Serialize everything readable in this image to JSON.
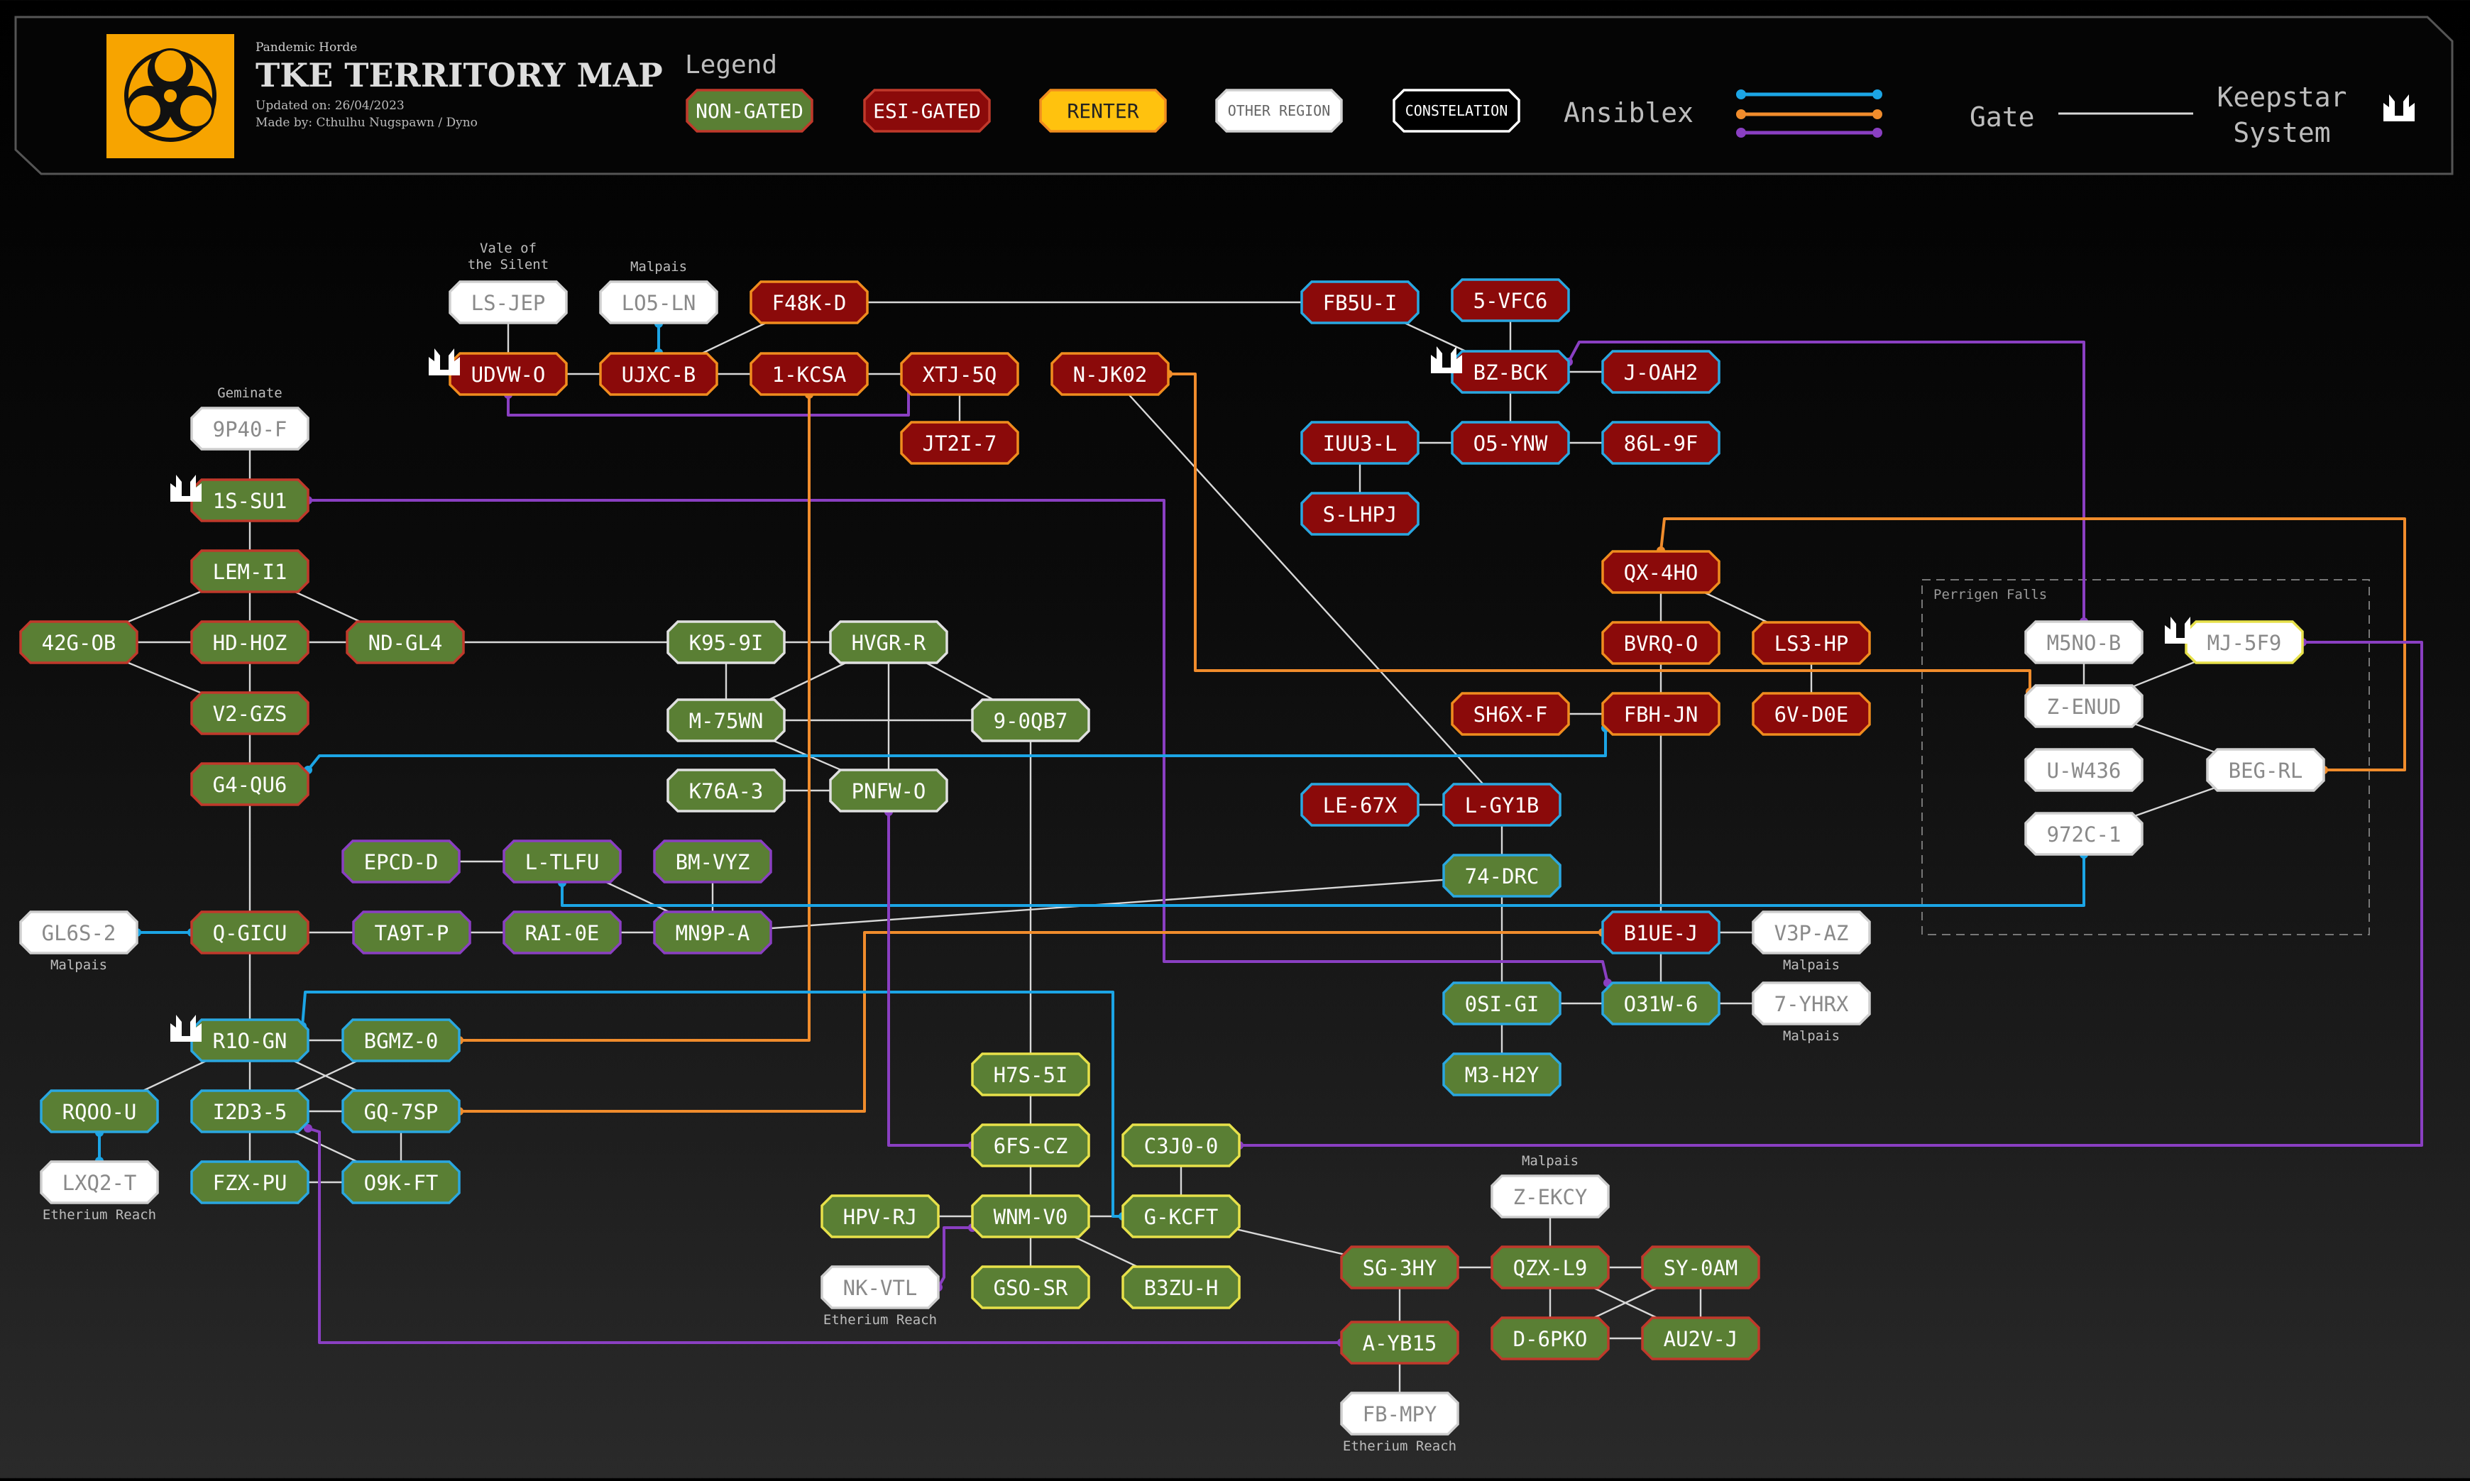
{
  "header": {
    "org": "Pandemic Horde",
    "title": "TKE TERRITORY MAP",
    "updated": "Updated on: 26/04/2023",
    "made_by": "Made by: Cthulhu Nugspawn / Dyno",
    "legend_title": "Legend",
    "legend_items": [
      {
        "label": "NON-GATED",
        "type": "nongated"
      },
      {
        "label": "ESI-GATED",
        "type": "esi"
      },
      {
        "label": "RENTER",
        "type": "renter"
      },
      {
        "label": "OTHER REGION",
        "type": "other"
      },
      {
        "label": "CONSTELATION",
        "type": "constel"
      }
    ],
    "ansiblex_label": "Ansiblex",
    "gate_label": "Gate",
    "keepstar_line1": "Keepstar",
    "keepstar_line2": "System"
  },
  "colors": {
    "nongated_fill": "#5a7f34",
    "nongated_border_red": "#c0392b",
    "nongated_border_yellow": "#e7e14a",
    "nongated_border_blue": "#2aa7e0",
    "esi_fill": "#8b0a0a",
    "esi_border_blue": "#2aa7e0",
    "esi_border_orange": "#f08c1e",
    "renter_fill": "#ffc20e",
    "other_fill": "#ffffff",
    "ansiblex_blue": "#1ca5e5",
    "ansiblex_orange": "#f08c2c",
    "ansiblex_purple": "#8a3fc2",
    "gate_line": "#d8d8d8"
  },
  "region_box": {
    "label": "Perrigen Falls"
  },
  "region_labels": [
    {
      "node": "LS-JEP",
      "text": "Vale of the Silent"
    },
    {
      "node": "LO5-LN",
      "text": "Malpais"
    },
    {
      "node": "9P40-F",
      "text": "Geminate"
    },
    {
      "node": "GL6S-2",
      "text": "Malpais"
    },
    {
      "node": "LXQ2-T",
      "text": "Etherium Reach"
    },
    {
      "node": "NK-VTL",
      "text": "Etherium Reach"
    },
    {
      "node": "FB-MPY",
      "text": "Etherium Reach"
    },
    {
      "node": "Z-EKCY",
      "text": "Malpais"
    },
    {
      "node": "V3P-AZ",
      "text": "Malpais"
    },
    {
      "node": "7-YHRX",
      "text": "Malpais"
    }
  ],
  "nodes": [
    {
      "id": "LS-JEP",
      "type": "other"
    },
    {
      "id": "LO5-LN",
      "type": "other"
    },
    {
      "id": "F48K-D",
      "type": "esi",
      "border": "orange"
    },
    {
      "id": "UDVW-O",
      "type": "esi",
      "border": "orange",
      "keepstar": true
    },
    {
      "id": "UJXC-B",
      "type": "esi",
      "border": "orange"
    },
    {
      "id": "1-KCSA",
      "type": "esi",
      "border": "orange"
    },
    {
      "id": "XTJ-5Q",
      "type": "esi",
      "border": "orange"
    },
    {
      "id": "JT2I-7",
      "type": "esi",
      "border": "orange"
    },
    {
      "id": "N-JK02",
      "type": "esi",
      "border": "orange"
    },
    {
      "id": "FB5U-I",
      "type": "esi",
      "border": "blue"
    },
    {
      "id": "5-VFC6",
      "type": "esi",
      "border": "blue"
    },
    {
      "id": "BZ-BCK",
      "type": "esi",
      "border": "blue",
      "keepstar": true
    },
    {
      "id": "J-OAH2",
      "type": "esi",
      "border": "blue"
    },
    {
      "id": "IUU3-L",
      "type": "esi",
      "border": "blue"
    },
    {
      "id": "O5-YNW",
      "type": "esi",
      "border": "blue"
    },
    {
      "id": "86L-9F",
      "type": "esi",
      "border": "blue"
    },
    {
      "id": "S-LHPJ",
      "type": "esi",
      "border": "blue"
    },
    {
      "id": "9P40-F",
      "type": "other"
    },
    {
      "id": "1S-SU1",
      "type": "ng",
      "border": "red",
      "keepstar": true
    },
    {
      "id": "LEM-I1",
      "type": "ng",
      "border": "red"
    },
    {
      "id": "42G-OB",
      "type": "ng",
      "border": "red"
    },
    {
      "id": "HD-HOZ",
      "type": "ng",
      "border": "red"
    },
    {
      "id": "ND-GL4",
      "type": "ng",
      "border": "red"
    },
    {
      "id": "V2-GZS",
      "type": "ng",
      "border": "red"
    },
    {
      "id": "G4-QU6",
      "type": "ng",
      "border": "red"
    },
    {
      "id": "K95-9I",
      "type": "ng",
      "border": "white"
    },
    {
      "id": "HVGR-R",
      "type": "ng",
      "border": "white"
    },
    {
      "id": "M-75WN",
      "type": "ng",
      "border": "white"
    },
    {
      "id": "9-0QB7",
      "type": "ng",
      "border": "white"
    },
    {
      "id": "K76A-3",
      "type": "ng",
      "border": "white"
    },
    {
      "id": "PNFW-O",
      "type": "ng",
      "border": "white"
    },
    {
      "id": "EPCD-D",
      "type": "ng",
      "border": "purple"
    },
    {
      "id": "L-TLFU",
      "type": "ng",
      "border": "purple"
    },
    {
      "id": "BM-VYZ",
      "type": "ng",
      "border": "purple"
    },
    {
      "id": "GL6S-2",
      "type": "other"
    },
    {
      "id": "Q-GICU",
      "type": "ng",
      "border": "red"
    },
    {
      "id": "TA9T-P",
      "type": "ng",
      "border": "purple"
    },
    {
      "id": "RAI-0E",
      "type": "ng",
      "border": "purple"
    },
    {
      "id": "MN9P-A",
      "type": "ng",
      "border": "purple"
    },
    {
      "id": "R1O-GN",
      "type": "ng",
      "border": "blue",
      "keepstar": true
    },
    {
      "id": "BGMZ-0",
      "type": "ng",
      "border": "blue"
    },
    {
      "id": "RQOO-U",
      "type": "ng",
      "border": "blue"
    },
    {
      "id": "I2D3-5",
      "type": "ng",
      "border": "blue"
    },
    {
      "id": "GQ-7SP",
      "type": "ng",
      "border": "blue"
    },
    {
      "id": "LXQ2-T",
      "type": "other"
    },
    {
      "id": "FZX-PU",
      "type": "ng",
      "border": "blue"
    },
    {
      "id": "O9K-FT",
      "type": "ng",
      "border": "blue"
    },
    {
      "id": "QX-4HO",
      "type": "esi",
      "border": "orange"
    },
    {
      "id": "BVRQ-O",
      "type": "esi",
      "border": "orange"
    },
    {
      "id": "LS3-HP",
      "type": "esi",
      "border": "orange"
    },
    {
      "id": "SH6X-F",
      "type": "esi",
      "border": "orange"
    },
    {
      "id": "FBH-JN",
      "type": "esi",
      "border": "orange"
    },
    {
      "id": "6V-D0E",
      "type": "esi",
      "border": "orange"
    },
    {
      "id": "LE-67X",
      "type": "esi",
      "border": "blue"
    },
    {
      "id": "L-GY1B",
      "type": "esi",
      "border": "blue"
    },
    {
      "id": "74-DRC",
      "type": "ng",
      "border": "blue"
    },
    {
      "id": "B1UE-J",
      "type": "esi",
      "border": "blue"
    },
    {
      "id": "V3P-AZ",
      "type": "other"
    },
    {
      "id": "0SI-GI",
      "type": "ng",
      "border": "blue"
    },
    {
      "id": "O31W-6",
      "type": "ng",
      "border": "blue"
    },
    {
      "id": "7-YHRX",
      "type": "other"
    },
    {
      "id": "M3-H2Y",
      "type": "ng",
      "border": "blue"
    },
    {
      "id": "H7S-5I",
      "type": "ng",
      "border": "yellow"
    },
    {
      "id": "6FS-CZ",
      "type": "ng",
      "border": "yellow"
    },
    {
      "id": "C3J0-0",
      "type": "ng",
      "border": "yellow"
    },
    {
      "id": "HPV-RJ",
      "type": "ng",
      "border": "yellow"
    },
    {
      "id": "WNM-V0",
      "type": "ng",
      "border": "yellow"
    },
    {
      "id": "G-KCFT",
      "type": "ng",
      "border": "yellow"
    },
    {
      "id": "NK-VTL",
      "type": "other"
    },
    {
      "id": "GSO-SR",
      "type": "ng",
      "border": "yellow"
    },
    {
      "id": "B3ZU-H",
      "type": "ng",
      "border": "yellow"
    },
    {
      "id": "Z-EKCY",
      "type": "other"
    },
    {
      "id": "SG-3HY",
      "type": "ng",
      "border": "red"
    },
    {
      "id": "QZX-L9",
      "type": "ng",
      "border": "red"
    },
    {
      "id": "SY-0AM",
      "type": "ng",
      "border": "red"
    },
    {
      "id": "D-6PKO",
      "type": "ng",
      "border": "red"
    },
    {
      "id": "AU2V-J",
      "type": "ng",
      "border": "red"
    },
    {
      "id": "A-YB15",
      "type": "ng",
      "border": "red"
    },
    {
      "id": "FB-MPY",
      "type": "other"
    },
    {
      "id": "M5NO-B",
      "type": "other"
    },
    {
      "id": "MJ-5F9",
      "type": "other",
      "border": "yellow",
      "keepstar": true
    },
    {
      "id": "Z-ENUD",
      "type": "other"
    },
    {
      "id": "U-W436",
      "type": "other"
    },
    {
      "id": "BEG-RL",
      "type": "other"
    },
    {
      "id": "972C-1",
      "type": "other"
    }
  ],
  "gates": [
    [
      "LS-JEP",
      "UDVW-O"
    ],
    [
      "UDVW-O",
      "UJXC-B"
    ],
    [
      "UJXC-B",
      "1-KCSA"
    ],
    [
      "UJXC-B",
      "F48K-D"
    ],
    [
      "1-KCSA",
      "XTJ-5Q"
    ],
    [
      "XTJ-5Q",
      "JT2I-7"
    ],
    [
      "F48K-D",
      "FB5U-I"
    ],
    [
      "FB5U-I",
      "BZ-BCK"
    ],
    [
      "5-VFC6",
      "BZ-BCK"
    ],
    [
      "BZ-BCK",
      "J-OAH2"
    ],
    [
      "BZ-BCK",
      "O5-YNW"
    ],
    [
      "IUU3-L",
      "O5-YNW"
    ],
    [
      "O5-YNW",
      "86L-9F"
    ],
    [
      "IUU3-L",
      "S-LHPJ"
    ],
    [
      "N-JK02",
      "L-GY1B"
    ],
    [
      "9P40-F",
      "1S-SU1"
    ],
    [
      "1S-SU1",
      "LEM-I1"
    ],
    [
      "LEM-I1",
      "HD-HOZ"
    ],
    [
      "LEM-I1",
      "42G-OB"
    ],
    [
      "LEM-I1",
      "ND-GL4"
    ],
    [
      "42G-OB",
      "HD-HOZ"
    ],
    [
      "HD-HOZ",
      "ND-GL4"
    ],
    [
      "HD-HOZ",
      "V2-GZS"
    ],
    [
      "42G-OB",
      "V2-GZS"
    ],
    [
      "V2-GZS",
      "G4-QU6"
    ],
    [
      "G4-QU6",
      "Q-GICU"
    ],
    [
      "ND-GL4",
      "K95-9I"
    ],
    [
      "K95-9I",
      "HVGR-R"
    ],
    [
      "K95-9I",
      "M-75WN"
    ],
    [
      "HVGR-R",
      "M-75WN"
    ],
    [
      "HVGR-R",
      "9-0QB7"
    ],
    [
      "HVGR-R",
      "PNFW-O"
    ],
    [
      "M-75WN",
      "9-0QB7"
    ],
    [
      "M-75WN",
      "PNFW-O"
    ],
    [
      "K76A-3",
      "PNFW-O"
    ],
    [
      "9-0QB7",
      "H7S-5I"
    ],
    [
      "EPCD-D",
      "L-TLFU"
    ],
    [
      "L-TLFU",
      "MN9P-A"
    ],
    [
      "BM-VYZ",
      "MN9P-A"
    ],
    [
      "Q-GICU",
      "TA9T-P"
    ],
    [
      "TA9T-P",
      "RAI-0E"
    ],
    [
      "RAI-0E",
      "MN9P-A"
    ],
    [
      "MN9P-A",
      "74-DRC"
    ],
    [
      "Q-GICU",
      "R1O-GN"
    ],
    [
      "R1O-GN",
      "BGMZ-0"
    ],
    [
      "R1O-GN",
      "I2D3-5"
    ],
    [
      "R1O-GN",
      "RQOO-U"
    ],
    [
      "R1O-GN",
      "GQ-7SP"
    ],
    [
      "BGMZ-0",
      "I2D3-5"
    ],
    [
      "I2D3-5",
      "GQ-7SP"
    ],
    [
      "I2D3-5",
      "FZX-PU"
    ],
    [
      "I2D3-5",
      "O9K-FT"
    ],
    [
      "GQ-7SP",
      "O9K-FT"
    ],
    [
      "FZX-PU",
      "O9K-FT"
    ],
    [
      "QX-4HO",
      "BVRQ-O"
    ],
    [
      "QX-4HO",
      "LS3-HP"
    ],
    [
      "LS3-HP",
      "6V-D0E"
    ],
    [
      "BVRQ-O",
      "FBH-JN"
    ],
    [
      "SH6X-F",
      "FBH-JN"
    ],
    [
      "FBH-JN",
      "B1UE-J"
    ],
    [
      "LE-67X",
      "L-GY1B"
    ],
    [
      "L-GY1B",
      "74-DRC"
    ],
    [
      "74-DRC",
      "0SI-GI"
    ],
    [
      "0SI-GI",
      "O31W-6"
    ],
    [
      "0SI-GI",
      "M3-H2Y"
    ],
    [
      "B1UE-J",
      "V3P-AZ"
    ],
    [
      "O31W-6",
      "7-YHRX"
    ],
    [
      "B1UE-J",
      "O31W-6"
    ],
    [
      "H7S-5I",
      "6FS-CZ"
    ],
    [
      "6FS-CZ",
      "WNM-V0"
    ],
    [
      "WNM-V0",
      "HPV-RJ"
    ],
    [
      "WNM-V0",
      "GSO-SR"
    ],
    [
      "WNM-V0",
      "G-KCFT"
    ],
    [
      "WNM-V0",
      "B3ZU-H"
    ],
    [
      "C3J0-0",
      "G-KCFT"
    ],
    [
      "G-KCFT",
      "SG-3HY"
    ],
    [
      "SG-3HY",
      "QZX-L9"
    ],
    [
      "SG-3HY",
      "A-YB15"
    ],
    [
      "QZX-L9",
      "SY-0AM"
    ],
    [
      "QZX-L9",
      "D-6PKO"
    ],
    [
      "QZX-L9",
      "AU2V-J"
    ],
    [
      "SY-0AM",
      "D-6PKO"
    ],
    [
      "SY-0AM",
      "AU2V-J"
    ],
    [
      "D-6PKO",
      "AU2V-J"
    ],
    [
      "Z-EKCY",
      "QZX-L9"
    ],
    [
      "A-YB15",
      "FB-MPY"
    ],
    [
      "M5NO-B",
      "Z-ENUD"
    ],
    [
      "Z-ENUD",
      "MJ-5F9"
    ],
    [
      "Z-ENUD",
      "BEG-RL"
    ],
    [
      "BEG-RL",
      "972C-1"
    ]
  ]
}
